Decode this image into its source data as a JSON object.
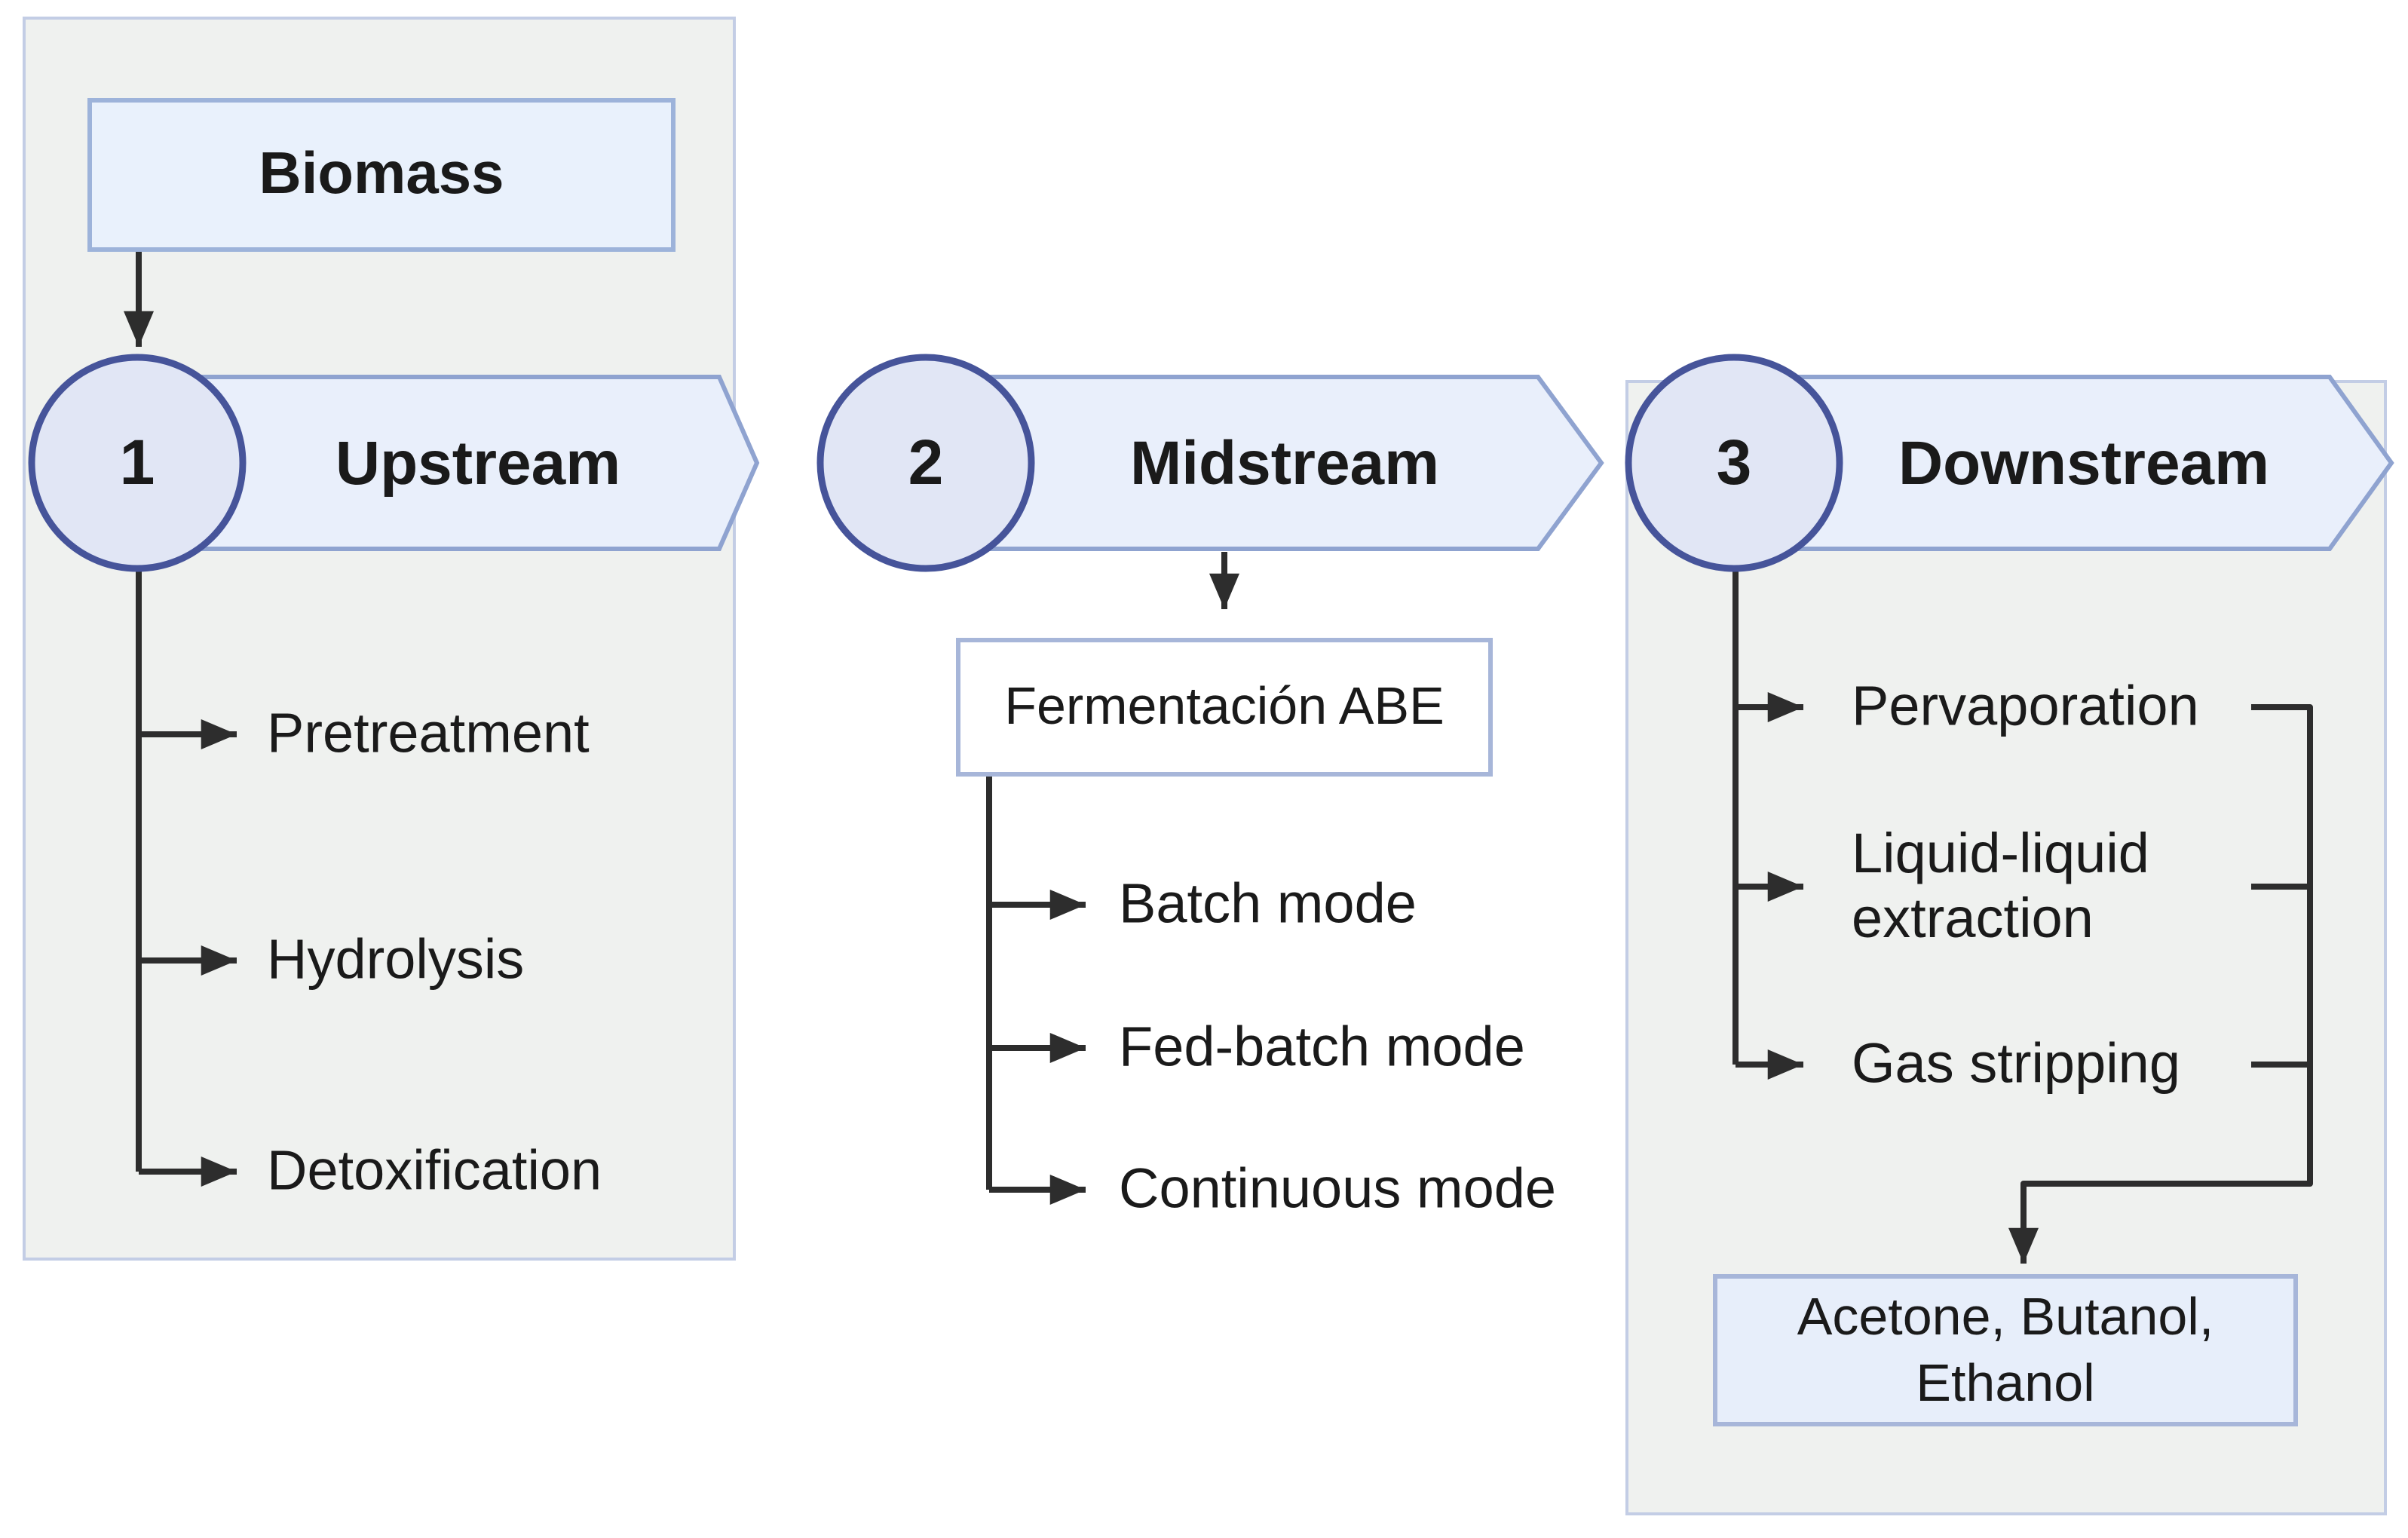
{
  "upstream": {
    "number": "1",
    "title": "Upstream",
    "biomass_label": "Biomass",
    "items": [
      "Pretreatment",
      "Hydrolysis",
      "Detoxification"
    ]
  },
  "midstream": {
    "number": "2",
    "title": "Midstream",
    "fermentation_label": "Fermentación ABE",
    "items": [
      "Batch mode",
      "Fed-batch mode",
      "Continuous mode"
    ]
  },
  "downstream": {
    "number": "3",
    "title": "Downstream",
    "items": [
      [
        "Pervaporation"
      ],
      [
        "Liquid-liquid",
        "extraction"
      ],
      [
        "Gas stripping"
      ]
    ],
    "product_lines": [
      "Acetone, Butanol,",
      "Ethanol"
    ]
  },
  "colors": {
    "panel_bg": "#eff1ef",
    "panel_border": "#c3cde5",
    "banner_fill": "#e9effb",
    "banner_border": "#8fa3d0",
    "circle_fill": "#e1e6f5",
    "circle_border": "#46549a",
    "box_blue_fill": "#e9f1fc",
    "box_white_fill": "#ffffff",
    "box_product_fill": "#e7eefa",
    "box_border": "#a7b6d9",
    "box_border_strong": "#9db3da",
    "line_color": "#2d2d2d",
    "text_color": "#1a1a1a"
  }
}
